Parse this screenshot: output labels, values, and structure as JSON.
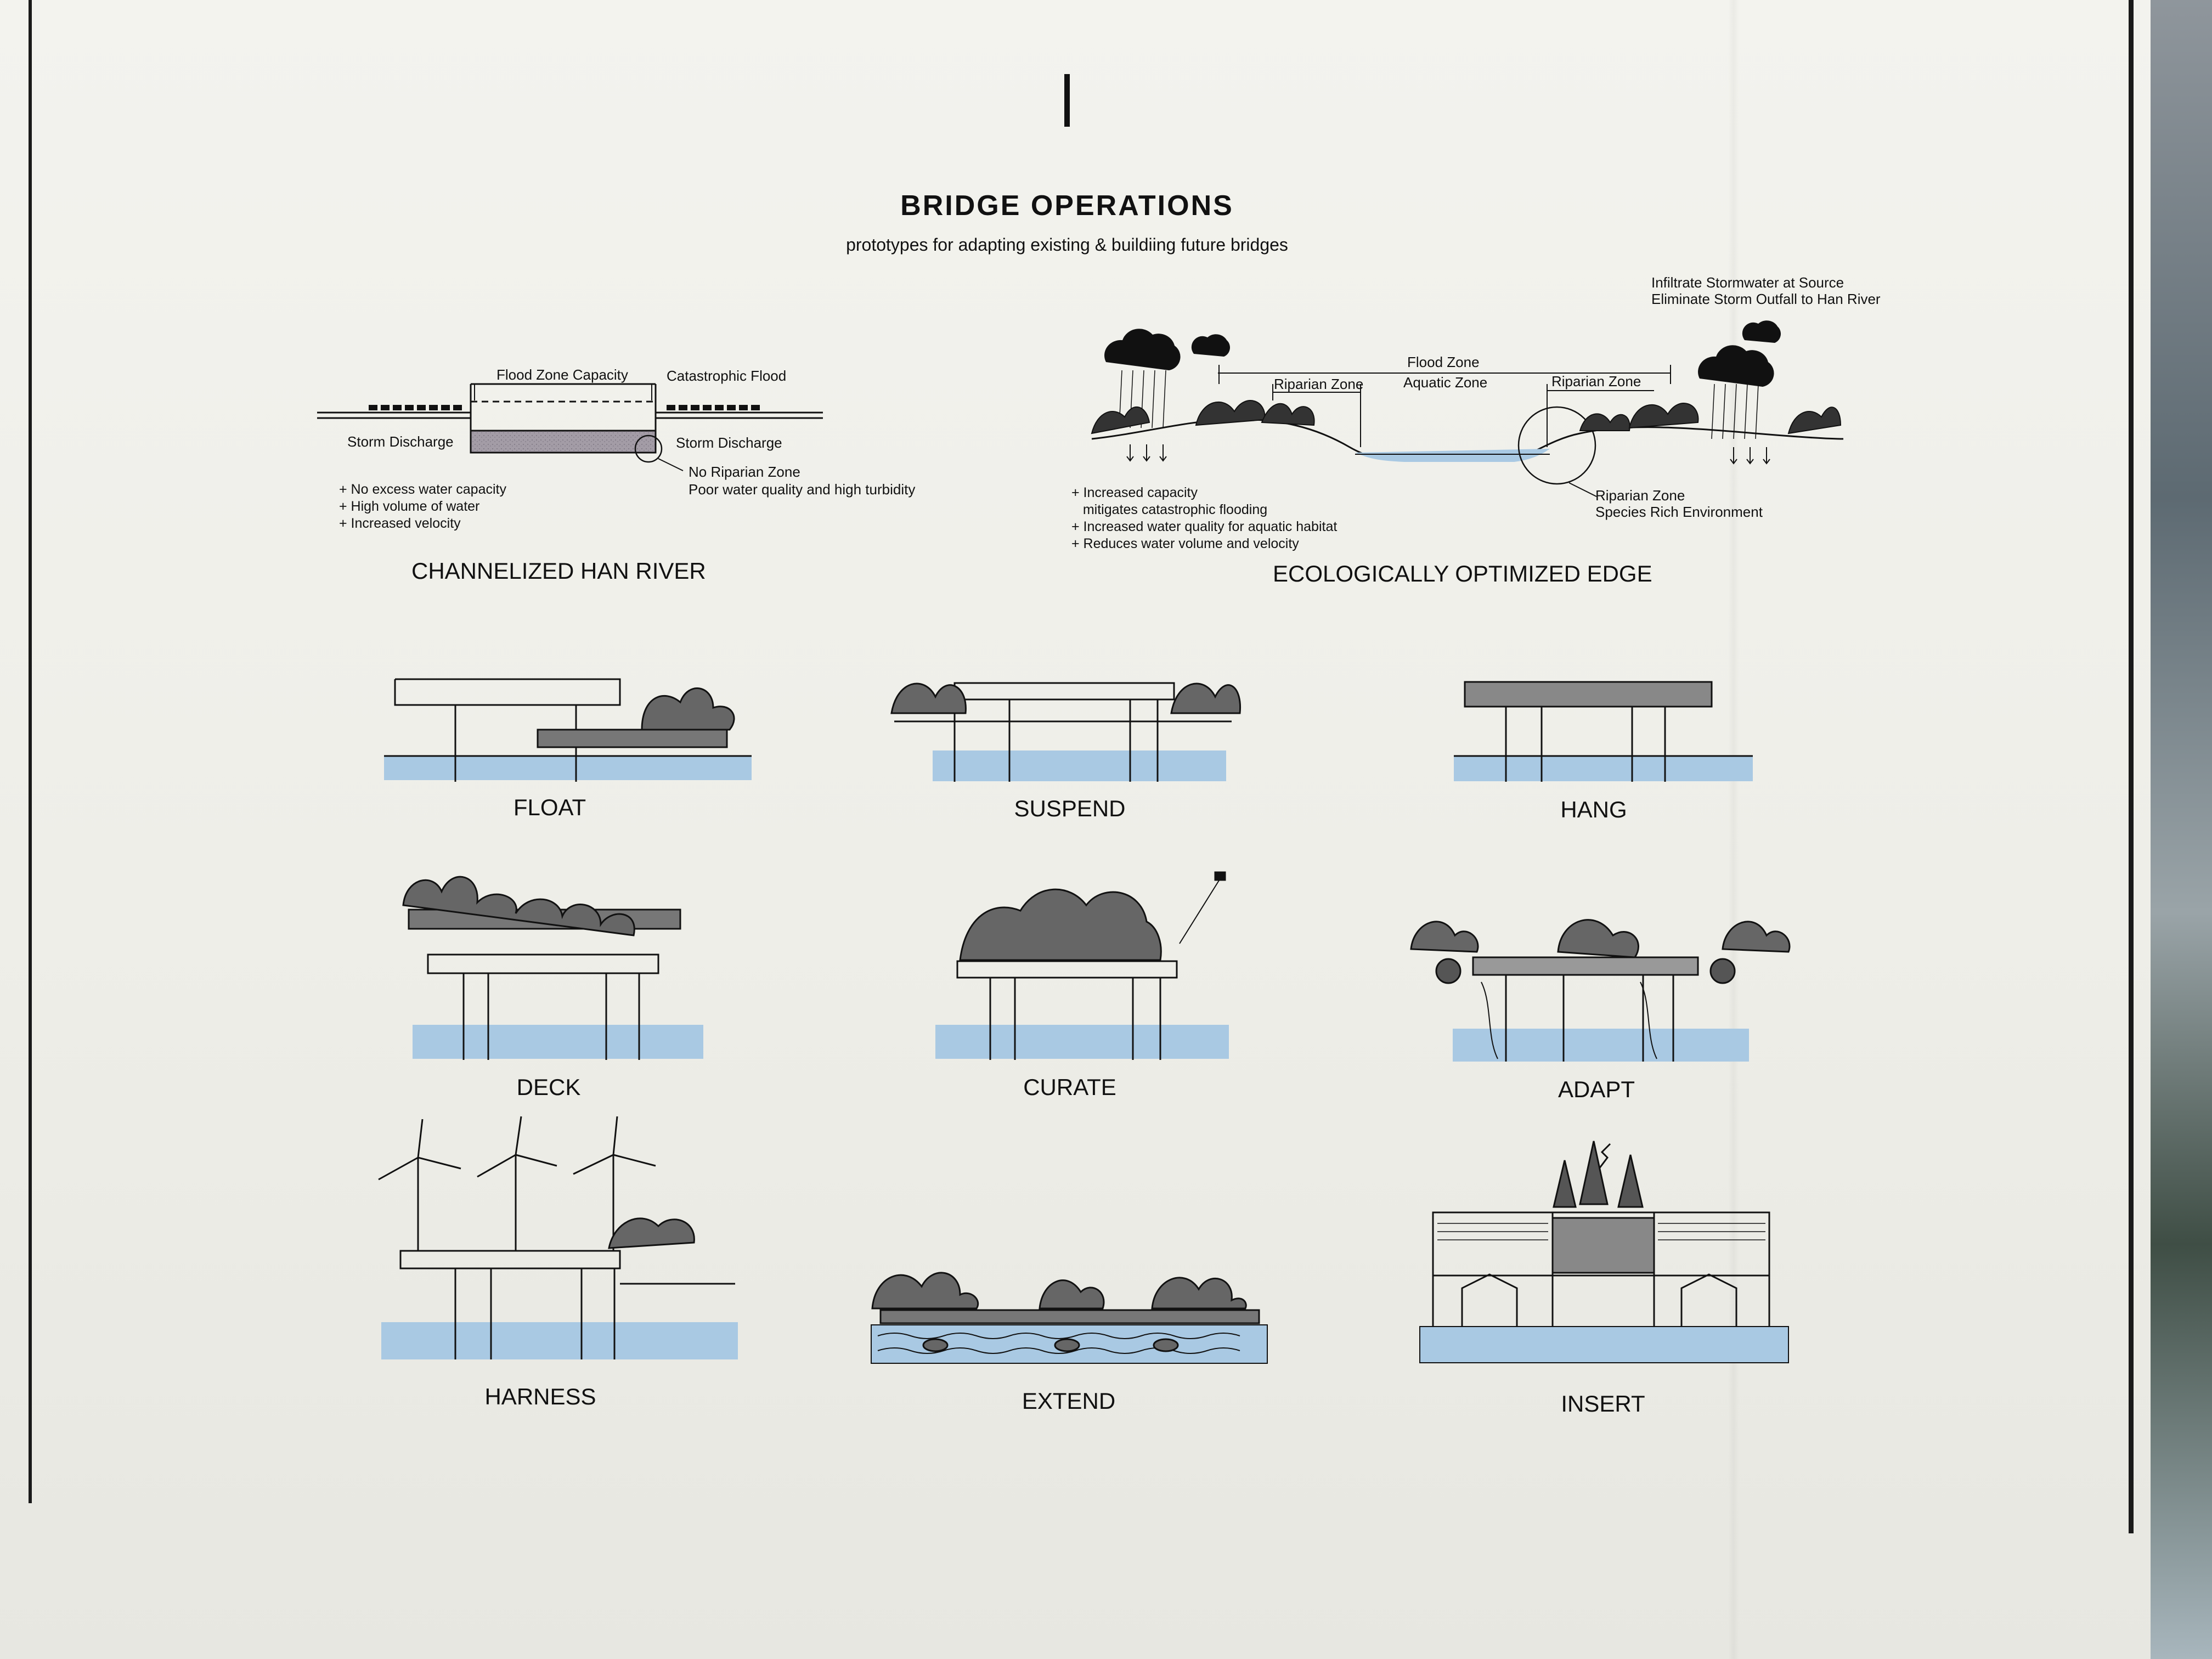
{
  "header": {
    "title": "BRIDGE OPERATIONS",
    "subtitle": "prototypes for adapting existing & buildiing future bridges"
  },
  "channelized": {
    "caption": "CHANNELIZED HAN RIVER",
    "flood_zone_capacity": "Flood Zone Capacity",
    "catastrophic_flood": "Catastrophic Flood",
    "storm_discharge_left": "Storm Discharge",
    "storm_discharge_right": "Storm Discharge",
    "no_riparian_1": "No Riparian Zone",
    "no_riparian_2": "Poor water quality and high turbidity",
    "bullets": [
      "+ No excess water capacity",
      "+ High volume of water",
      "+ Increased velocity"
    ]
  },
  "ecological": {
    "caption": "ECOLOGICALLY OPTIMIZED EDGE",
    "infiltrate_1": "Infiltrate Stormwater at Source",
    "infiltrate_2": "Eliminate Storm Outfall to Han River",
    "flood_zone": "Flood Zone",
    "riparian_zone_left": "Riparian Zone",
    "aquatic_zone": "Aquatic Zone",
    "riparian_zone_right": "Riparian Zone",
    "riparian_callout_1": "Riparian Zone",
    "riparian_callout_2": "Species Rich Environment",
    "bullets": [
      "+ Increased capacity",
      "   mitigates catastrophic flooding",
      "+ Increased water quality for aquatic habitat",
      "+ Reduces water volume and velocity"
    ]
  },
  "operations": [
    {
      "label": "FLOAT"
    },
    {
      "label": "SUSPEND"
    },
    {
      "label": "HANG"
    },
    {
      "label": "DECK"
    },
    {
      "label": "CURATE"
    },
    {
      "label": "ADAPT"
    },
    {
      "label": "HARNESS"
    },
    {
      "label": "EXTEND"
    },
    {
      "label": "INSERT"
    }
  ],
  "colors": {
    "water": "#a9c9e3",
    "ink": "#111111",
    "paper": "#f1f1ec",
    "ground_fill": "#9a949c"
  }
}
